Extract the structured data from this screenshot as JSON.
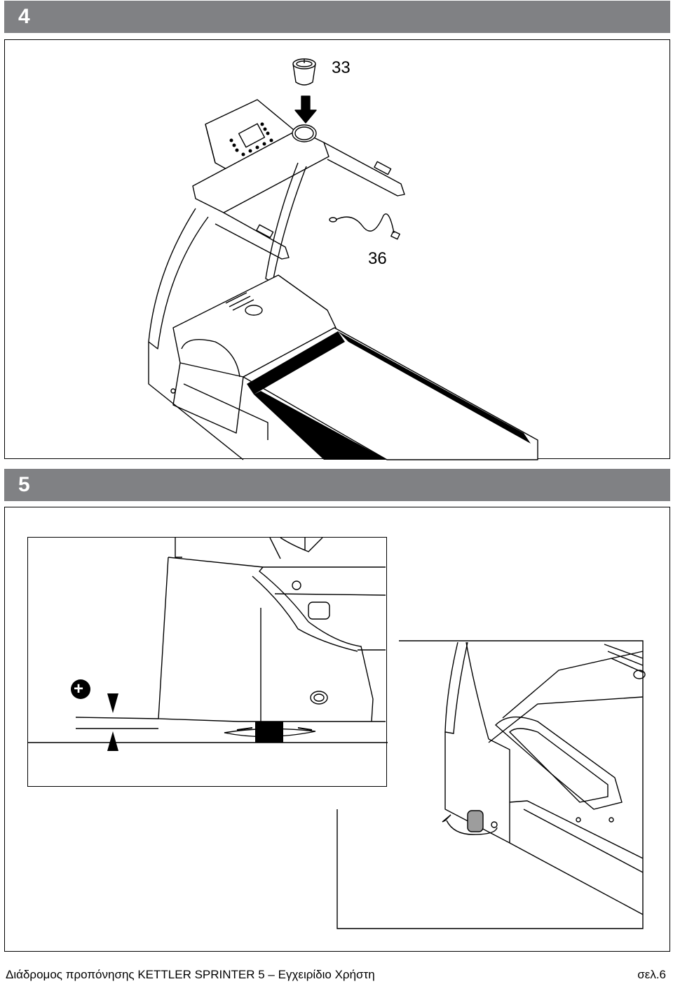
{
  "step4": {
    "number": "4",
    "callouts": [
      "33",
      "36"
    ]
  },
  "step5": {
    "number": "5",
    "plus_symbol": "+"
  },
  "footer": {
    "title": "Διάδρομος προπόνησης KETTLER SPRINTER 5 – Εγχειρίδιο Χρήστη",
    "page": "σελ.6"
  }
}
